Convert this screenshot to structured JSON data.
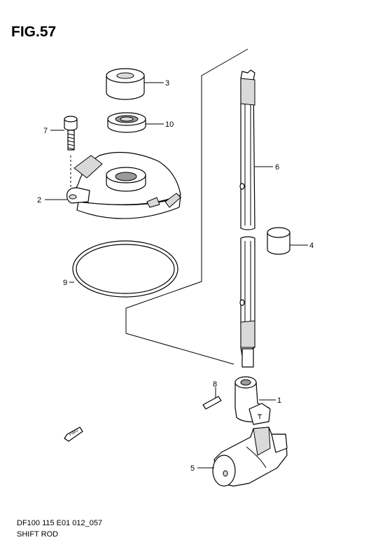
{
  "figure": {
    "title": "FIG.57",
    "code": "DF100 115 E01 012_057",
    "name": "SHIFT ROD"
  },
  "fwd_label": "FWD",
  "callouts": {
    "p1": "1",
    "p2": "2",
    "p3": "3",
    "p4": "4",
    "p5": "5",
    "p6": "6",
    "p7": "7",
    "p8": "8",
    "p9": "9",
    "p10": "10"
  }
}
